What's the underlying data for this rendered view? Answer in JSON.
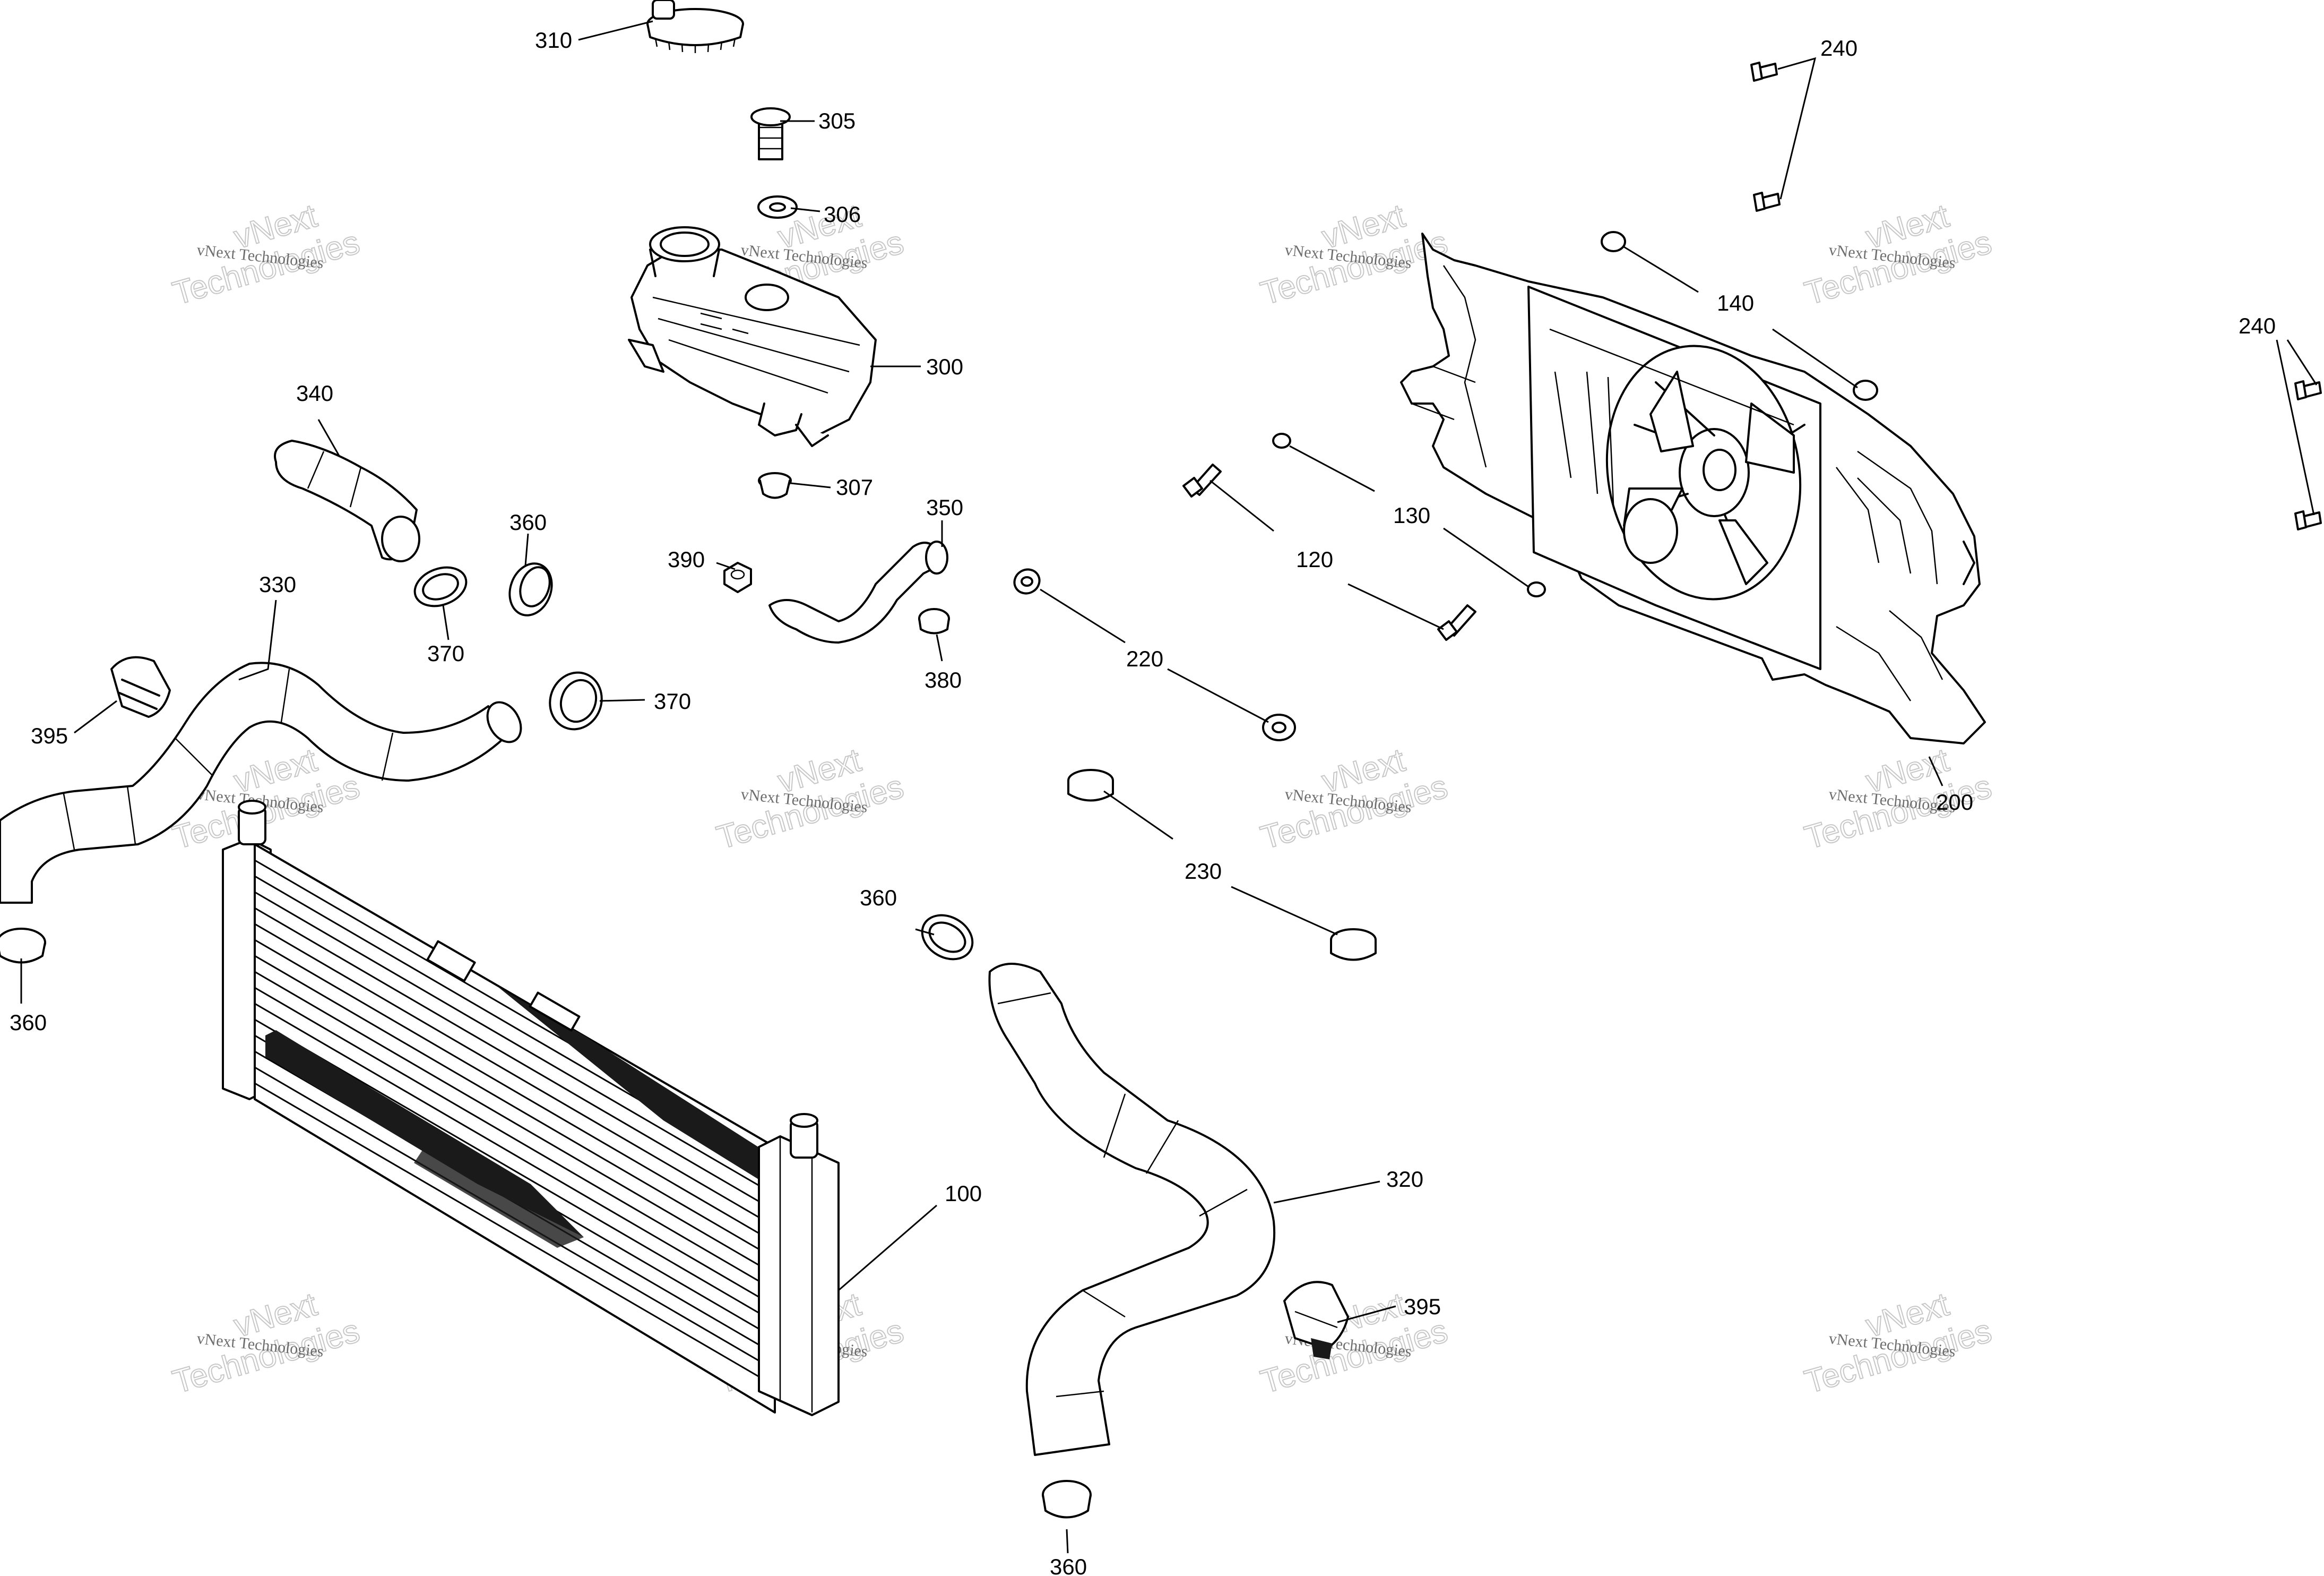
{
  "callouts": [
    {
      "id": "c100",
      "label": "100"
    },
    {
      "id": "c120",
      "label": "120"
    },
    {
      "id": "c130",
      "label": "130"
    },
    {
      "id": "c140",
      "label": "140"
    },
    {
      "id": "c200",
      "label": "200"
    },
    {
      "id": "c220",
      "label": "220"
    },
    {
      "id": "c230",
      "label": "230"
    },
    {
      "id": "c240a",
      "label": "240"
    },
    {
      "id": "c240b",
      "label": "240"
    },
    {
      "id": "c300",
      "label": "300"
    },
    {
      "id": "c305",
      "label": "305"
    },
    {
      "id": "c306",
      "label": "306"
    },
    {
      "id": "c307",
      "label": "307"
    },
    {
      "id": "c310",
      "label": "310"
    },
    {
      "id": "c320",
      "label": "320"
    },
    {
      "id": "c330",
      "label": "330"
    },
    {
      "id": "c340",
      "label": "340"
    },
    {
      "id": "c350",
      "label": "350"
    },
    {
      "id": "c360a",
      "label": "360"
    },
    {
      "id": "c360b",
      "label": "360"
    },
    {
      "id": "c360c",
      "label": "360"
    },
    {
      "id": "c360d",
      "label": "360"
    },
    {
      "id": "c370a",
      "label": "370"
    },
    {
      "id": "c370b",
      "label": "370"
    },
    {
      "id": "c380",
      "label": "380"
    },
    {
      "id": "c390",
      "label": "390"
    },
    {
      "id": "c395a",
      "label": "395"
    },
    {
      "id": "c395b",
      "label": "395"
    }
  ],
  "watermark": {
    "line_small": "vNext Technologies",
    "line_big_1": "vNext",
    "line_big_2": "Technologies"
  }
}
